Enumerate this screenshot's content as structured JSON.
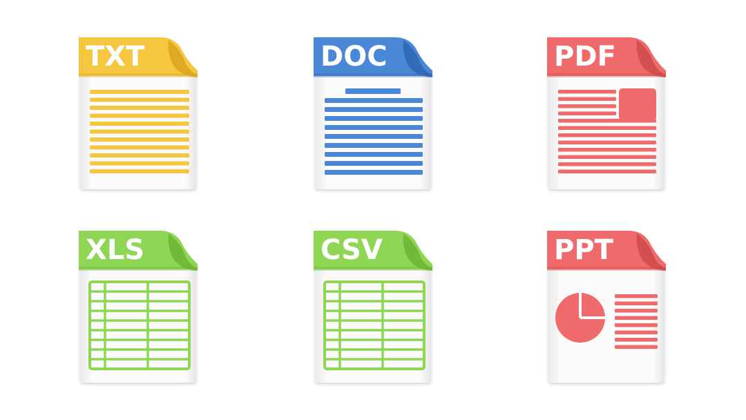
{
  "files": [
    {
      "label": "TXT",
      "icon": "txt-file-icon",
      "color": "#f5c63f",
      "dark": "#d9a51f",
      "content": "text-lines"
    },
    {
      "label": "DOC",
      "icon": "doc-file-icon",
      "color": "#4a87d6",
      "dark": "#2f66b3",
      "content": "doc-lines"
    },
    {
      "label": "PDF",
      "icon": "pdf-file-icon",
      "color": "#ef6a6a",
      "dark": "#cf4a4a",
      "content": "pdf-lines"
    },
    {
      "label": "XLS",
      "icon": "xls-file-icon",
      "color": "#8fd654",
      "dark": "#6bb533",
      "content": "grid"
    },
    {
      "label": "CSV",
      "icon": "csv-file-icon",
      "color": "#8fd654",
      "dark": "#6bb533",
      "content": "grid"
    },
    {
      "label": "PPT",
      "icon": "ppt-file-icon",
      "color": "#ef6a6a",
      "dark": "#cf4a4a",
      "content": "pie-lines"
    }
  ]
}
